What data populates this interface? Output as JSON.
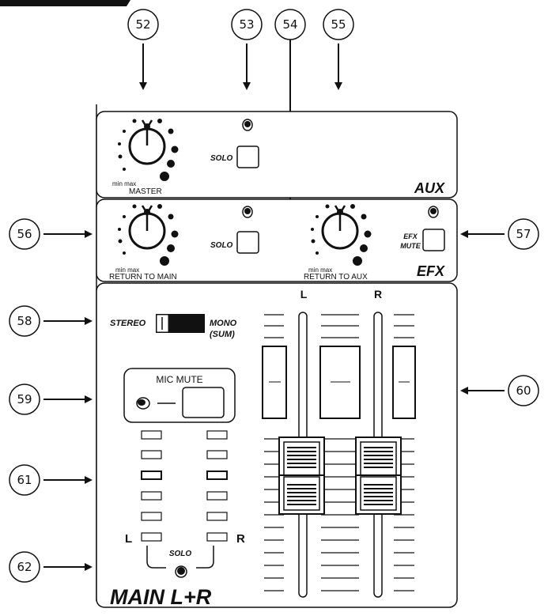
{
  "callouts": {
    "c52": "52",
    "c53": "53",
    "c54": "54",
    "c55": "55",
    "c56": "56",
    "c57": "57",
    "c58": "58",
    "c59": "59",
    "c60": "60",
    "c61": "61",
    "c62": "62"
  },
  "aux_panel": {
    "section_label": "AUX",
    "master_label": "MASTER",
    "min_max": "min max",
    "solo_label": "SOLO"
  },
  "efx_panel": {
    "section_label": "EFX",
    "return_main_label": "RETURN TO MAIN",
    "return_aux_label": "RETURN TO AUX",
    "min_max": "min max",
    "solo_label": "SOLO",
    "efx_mute_line1": "EFX",
    "efx_mute_line2": "MUTE"
  },
  "main_panel": {
    "section_label": "MAIN L+R",
    "stereo_label": "STEREO",
    "mono_label": "MONO",
    "mono_sub": "(SUM)",
    "mic_mute_label": "MIC MUTE",
    "meter_left": "L",
    "meter_right": "R",
    "solo_label": "SOLO",
    "fader_left": "L",
    "fader_right": "R"
  }
}
